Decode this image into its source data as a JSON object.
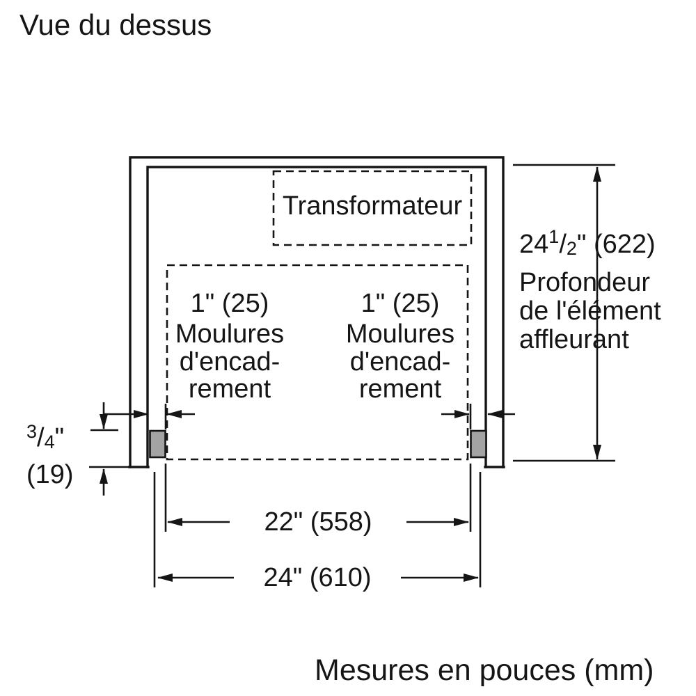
{
  "colors": {
    "line": "#151515",
    "block_fill": "#a3a3a3",
    "background": "#ffffff"
  },
  "title": "Vue du dessus",
  "footer_note": "Mesures en pouces (mm)",
  "transformer": {
    "label": "Transformateur"
  },
  "moulding_left": {
    "dim": "1\" (25)",
    "line1": "Moulures",
    "line2": "d'encad-",
    "line3": "rement"
  },
  "moulding_right": {
    "dim": "1\" (25)",
    "line1": "Moulures",
    "line2": "d'encad-",
    "line3": "rement"
  },
  "depth": {
    "whole": "24",
    "num": "1",
    "slash": "/",
    "den": "2",
    "suffix": "\" (622)",
    "desc1": "Profondeur",
    "desc2": "de l'élément",
    "desc3": "affleurant"
  },
  "thickness": {
    "num": "3",
    "slash": "/",
    "den": "4",
    "suffix": "\"",
    "mm": "(19)"
  },
  "inner_width": "22\" (558)",
  "outer_width": "24\" (610)"
}
